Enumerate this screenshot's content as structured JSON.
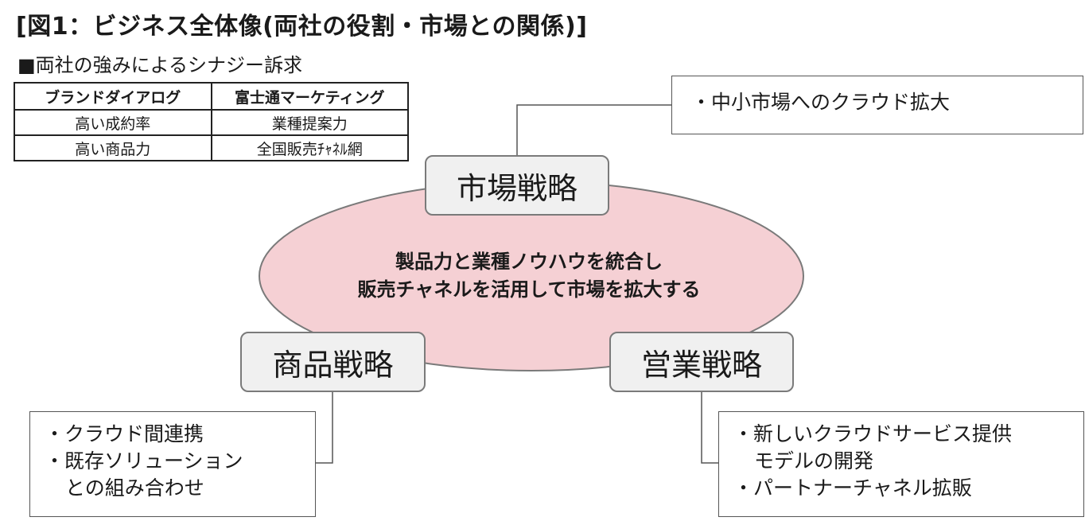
{
  "title": "[図1：ビジネス全体像(両社の役割・市場との関係)]",
  "subtitle": "■両社の強みによるシナジー訴求",
  "synergy_table": {
    "headers": [
      "ブランドダイアログ",
      "富士通マーケティング"
    ],
    "rows": [
      [
        "高い成約率",
        "業種提案力"
      ],
      [
        "高い商品力",
        "全国販売ﾁｬﾈﾙ網"
      ]
    ]
  },
  "center": {
    "line1": "製品力と業種ノウハウを統合し",
    "line2": "販売チャネルを活用して市場を拡大する",
    "fill_color": "#f5d0d4"
  },
  "strategies": {
    "market": "市場戦略",
    "product": "商品戦略",
    "sales": "営業戦略"
  },
  "details": {
    "market": [
      "・中小市場へのクラウド拡大"
    ],
    "product": [
      "・クラウド間連携",
      "・既存ソリューション",
      "との組み合わせ"
    ],
    "sales": [
      "・新しいクラウドサービス提供",
      "モデルの開発",
      "・パートナーチャネル拡販"
    ]
  }
}
